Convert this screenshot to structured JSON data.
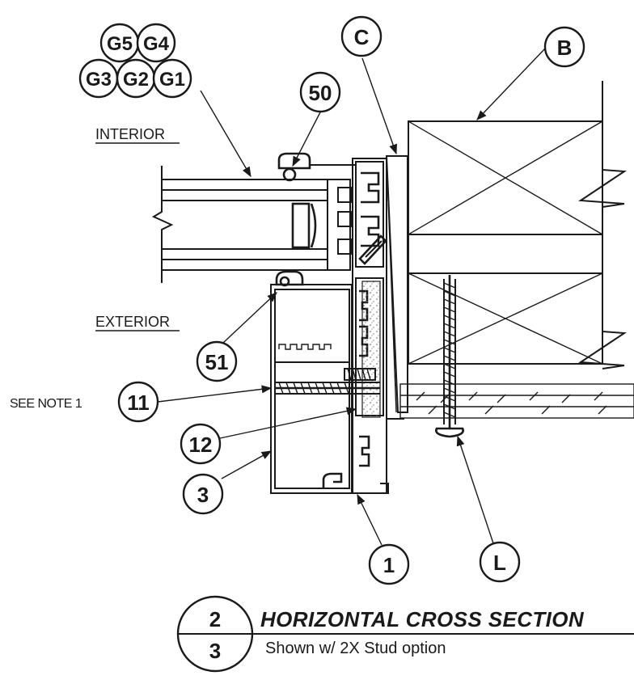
{
  "side_labels": {
    "interior": "INTERIOR",
    "exterior": "EXTERIOR"
  },
  "note": "SEE NOTE 1",
  "callouts": {
    "g5": "G5",
    "g4": "G4",
    "g3": "G3",
    "g2": "G2",
    "g1": "G1",
    "c": "C",
    "b": "B",
    "n50": "50",
    "n51": "51",
    "n11": "11",
    "n12": "12",
    "n3": "3",
    "n1": "1",
    "l": "L"
  },
  "title_block": {
    "detail_number": "2",
    "sheet_number": "3",
    "title": "HORIZONTAL CROSS SECTION",
    "subtitle": "Shown w/ 2X Stud option"
  }
}
